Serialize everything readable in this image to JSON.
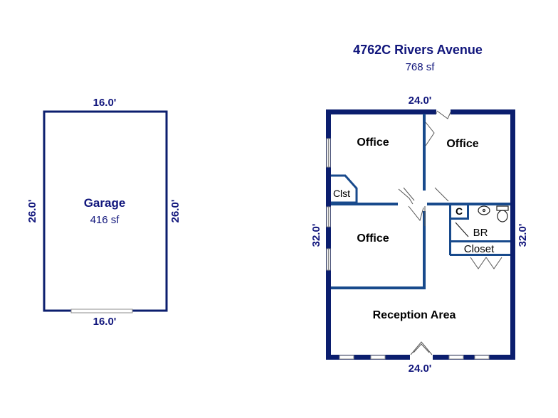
{
  "header": {
    "address": "4762C Rivers Avenue",
    "area": "768 sf"
  },
  "garage": {
    "name": "Garage",
    "area": "416 sf",
    "dim_top": "16.0'",
    "dim_bottom": "16.0'",
    "dim_left": "26.0'",
    "dim_right": "26.0'"
  },
  "building": {
    "dim_top": "24.0'",
    "dim_bottom": "24.0'",
    "dim_left": "32.0'",
    "dim_right": "32.0'",
    "rooms": {
      "office_nw": "Office",
      "office_ne": "Office",
      "office_sw": "Office",
      "closet_small": "Clst",
      "closet_c": "C",
      "bathroom": "BR",
      "closet": "Closet",
      "reception": "Reception Area"
    }
  },
  "colors": {
    "wall": "#0b1e6e",
    "interior_wall": "#184a8c",
    "label_navy": "#11167c"
  }
}
